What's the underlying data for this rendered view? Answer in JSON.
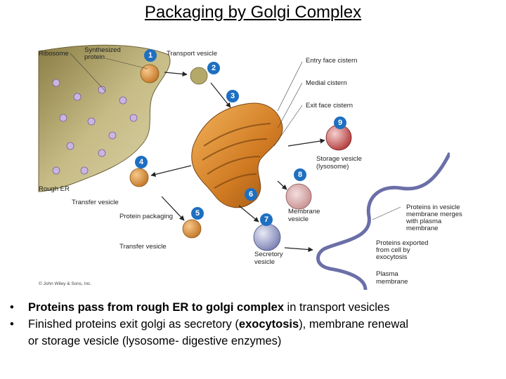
{
  "title": "Packaging by Golgi Complex",
  "figure": {
    "labels": {
      "ribosome": "Ribosome",
      "synthesized_protein_1": "Synthesized",
      "synthesized_protein_2": "protein",
      "transport_vesicle": "Transport vesicle",
      "entry_face": "Entry face cistern",
      "medial": "Medial cistern",
      "exit_face": "Exit face cistern",
      "storage_vesicle_1": "Storage vesicle",
      "storage_vesicle_2": "(lysosome)",
      "rough_er": "Rough ER",
      "transfer_vesicle_a": "Transfer vesicle",
      "protein_packaging": "Protein packaging",
      "transfer_vesicle_b": "Transfer vesicle",
      "membrane_vesicle_1": "Membrane",
      "membrane_vesicle_2": "vesicle",
      "merge_1": "Proteins in vesicle",
      "merge_2": "membrane merges",
      "merge_3": "with plasma",
      "merge_4": "membrane",
      "exported_1": "Proteins exported",
      "exported_2": "from cell by",
      "exported_3": "exocytosis",
      "secretory_1": "Secretory",
      "secretory_2": "vesicle",
      "plasma_1": "Plasma",
      "plasma_2": "membrane",
      "copyright": "© John Wiley & Sons, Inc."
    },
    "steps": [
      "1",
      "2",
      "3",
      "4",
      "5",
      "6",
      "7",
      "8",
      "9"
    ]
  },
  "bullets": {
    "b1_bold": "Proteins pass from rough ER to golgi complex",
    "b1_rest": " in transport vesicles",
    "b2_a": "Finished proteins exit golgi as secretory (",
    "b2_bold": "exocytosis",
    "b2_b": "), membrane renewal",
    "b2_c": "or storage vesicle (lysosome- digestive enzymes)"
  },
  "colors": {
    "er": "#b5a96a",
    "golgi": "#d98a2e",
    "badge": "#1e6fc0",
    "membrane": "#6b6fa8"
  }
}
